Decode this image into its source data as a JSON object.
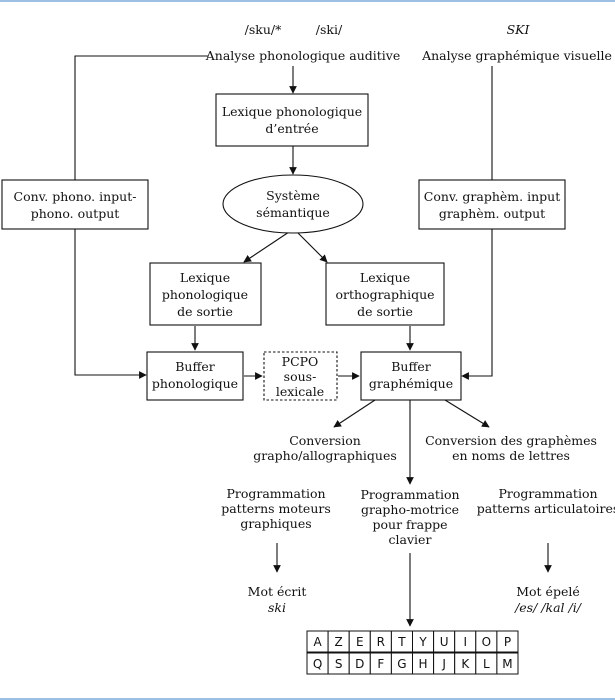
{
  "inputs": {
    "phon_examples": [
      "/sku/*",
      "/ski/"
    ],
    "graph_example": "SKI"
  },
  "nodes": {
    "analyse_phono": "Analyse phonologique auditive",
    "analyse_graph": "Analyse graphémique visuelle",
    "lexique_phono_entree": [
      "Lexique phonologique",
      "d’entrée"
    ],
    "systeme_semantique": [
      "Système",
      "sémantique"
    ],
    "conv_phono": [
      "Conv. phono. input-",
      "phono. output"
    ],
    "conv_graph": [
      "Conv. graphèm. input",
      "graphèm. output"
    ],
    "lexique_phono_sortie": [
      "Lexique",
      "phonologique",
      "de sortie"
    ],
    "lexique_ortho_sortie": [
      "Lexique",
      "orthographique",
      "de sortie"
    ],
    "buffer_phono": [
      "Buffer",
      "phonologique"
    ],
    "pcpo": [
      "PCPO",
      "sous-",
      "lexicale"
    ],
    "buffer_graph": [
      "Buffer",
      "graphémique"
    ],
    "conversion_allo": [
      "Conversion",
      "grapho/allographiques"
    ],
    "conversion_noms": [
      "Conversion des graphèmes",
      "en noms de lettres"
    ],
    "prog_graphiques": [
      "Programmation",
      "patterns moteurs",
      "graphiques"
    ],
    "prog_motrice": [
      "Programmation",
      "grapho-motrice",
      "pour frappe",
      "clavier"
    ],
    "prog_articulatoires": [
      "Programmation",
      "patterns articulatoires"
    ]
  },
  "outputs": {
    "mot_ecrit_label": "Mot écrit",
    "mot_ecrit_value": "ski",
    "mot_epele_label": "Mot épelé",
    "mot_epele_value": "/es/ /kal /i/"
  },
  "keyboard": {
    "row1": [
      "A",
      "Z",
      "E",
      "R",
      "T",
      "Y",
      "U",
      "I",
      "O",
      "P"
    ],
    "row2": [
      "Q",
      "S",
      "D",
      "F",
      "G",
      "H",
      "J",
      "K",
      "L",
      "M"
    ]
  },
  "colors": {
    "line": "#111111",
    "frame_rule": "#3a7fc4"
  }
}
